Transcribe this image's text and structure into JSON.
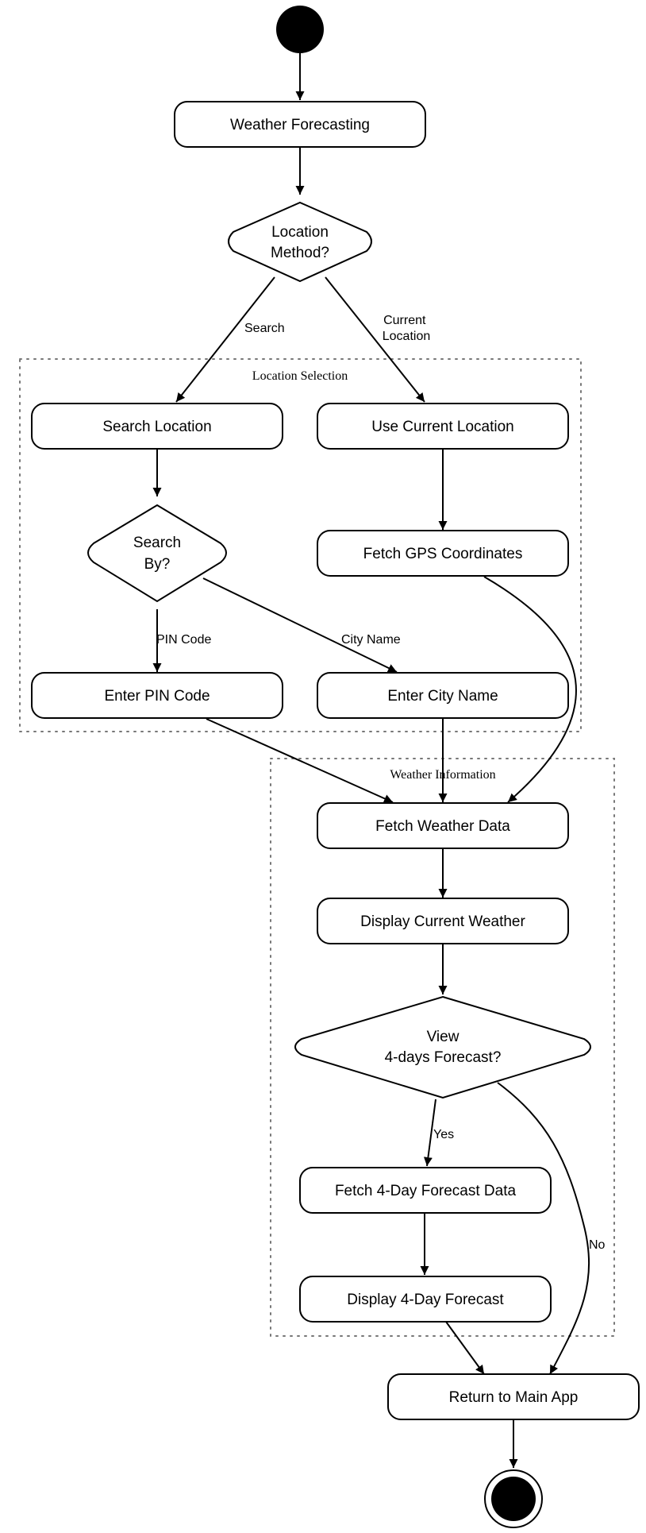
{
  "groups": {
    "location_selection": "Location Selection",
    "weather_information": "Weather Information"
  },
  "nodes": {
    "weather_forecasting": "Weather Forecasting",
    "location_method": [
      "Location",
      "Method?"
    ],
    "search_location": "Search Location",
    "use_current_location": "Use Current Location",
    "search_by": [
      "Search",
      "By?"
    ],
    "fetch_gps": "Fetch GPS Coordinates",
    "enter_pin": "Enter PIN Code",
    "enter_city": "Enter City Name",
    "fetch_weather": "Fetch Weather Data",
    "display_current": "Display Current Weather",
    "view_forecast": [
      "View",
      "4-days Forecast?"
    ],
    "fetch_forecast": "Fetch 4-Day Forecast Data",
    "display_forecast": "Display 4-Day Forecast",
    "return_main": "Return to Main App"
  },
  "edge_labels": {
    "search": "Search",
    "current_location": [
      "Current",
      "Location"
    ],
    "pin_code": "PIN Code",
    "city_name": "City Name",
    "yes": "Yes",
    "no": "No"
  }
}
